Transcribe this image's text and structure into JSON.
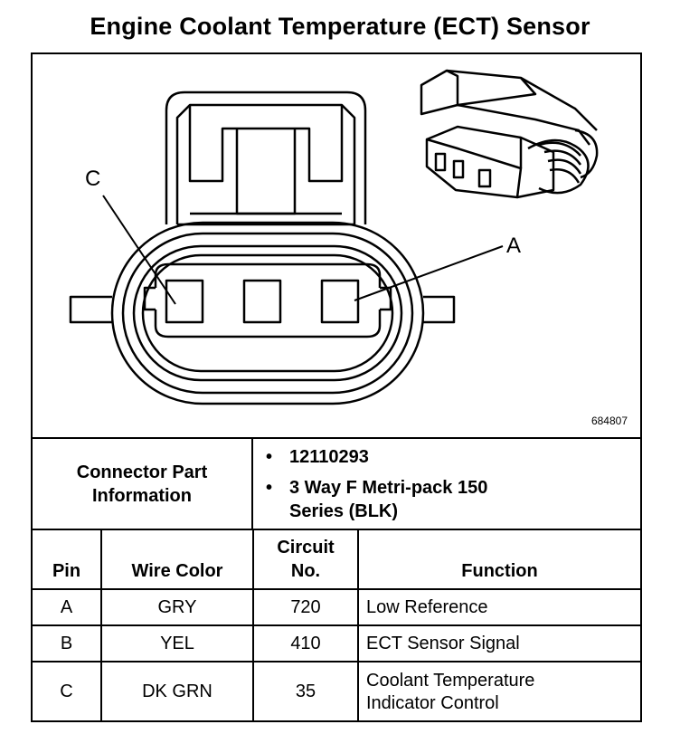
{
  "title": "Engine Coolant Temperature (ECT) Sensor",
  "callouts": {
    "c": "C",
    "a": "A"
  },
  "figure_number": "684807",
  "connector": {
    "label": "Connector Part Information",
    "items": [
      "12110293",
      "3 Way F Metri-pack 150 Series (BLK)"
    ],
    "bullet": "•"
  },
  "pin_table": {
    "headers": {
      "pin": "Pin",
      "wire_color": "Wire Color",
      "circuit_no": "Circuit No.",
      "function": "Function"
    },
    "rows": [
      {
        "pin": "A",
        "wire_color": "GRY",
        "circuit_no": "720",
        "function": "Low Reference"
      },
      {
        "pin": "B",
        "wire_color": "YEL",
        "circuit_no": "410",
        "function": "ECT Sensor Signal"
      },
      {
        "pin": "C",
        "wire_color": "DK GRN",
        "circuit_no": "35",
        "function": "Coolant Temperature Indicator Control"
      }
    ]
  }
}
